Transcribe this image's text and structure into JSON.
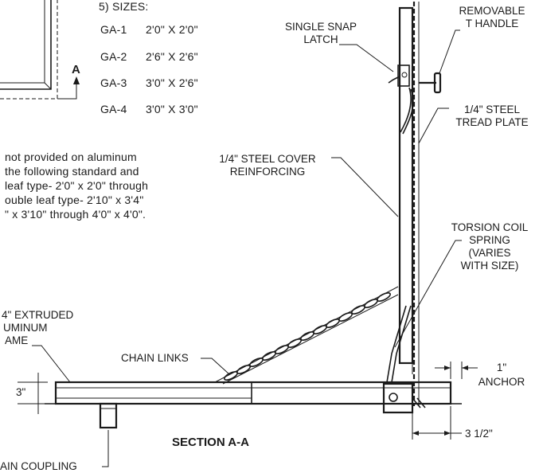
{
  "sizes": {
    "heading": "5) SIZES:",
    "rows": [
      {
        "code": "GA-1",
        "dim": "2'0\" X 2'0\""
      },
      {
        "code": "GA-2",
        "dim": "2'6\" X 2'6\""
      },
      {
        "code": "GA-3",
        "dim": "3'0\" X 2'6\""
      },
      {
        "code": "GA-4",
        "dim": "3'0\" X 3'0\""
      }
    ]
  },
  "section_marker": "A",
  "note_lines": [
    "not provided on aluminum",
    "the following standard and",
    "leaf type- 2'0\" x 2'0\" through",
    "ouble leaf type- 2'10\" x 3'4\"",
    "\" x 3'10\" through 4'0\" x 4'0\"."
  ],
  "labels": {
    "single_snap_latch": [
      "SINGLE SNAP",
      "LATCH"
    ],
    "removable_handle": [
      "REMOVABLE",
      "T HANDLE"
    ],
    "tread_plate": [
      "1/4\" STEEL",
      "TREAD PLATE"
    ],
    "cover_reinforcing": [
      "1/4\" STEEL COVER",
      "REINFORCING"
    ],
    "torsion_spring": [
      "TORSION COIL",
      "SPRING",
      "(VARIES",
      "WITH SIZE)"
    ],
    "extruded_frame": [
      "4\" EXTRUDED",
      "UMINUM",
      "AME"
    ],
    "chain_links": "CHAIN LINKS",
    "dim_3": "3\"",
    "anchor": [
      "1\"",
      "ANCHOR"
    ],
    "dim_3_half": "3 1/2\"",
    "section_title": "SECTION A-A",
    "drain_coupling": "AIN COUPLING"
  }
}
